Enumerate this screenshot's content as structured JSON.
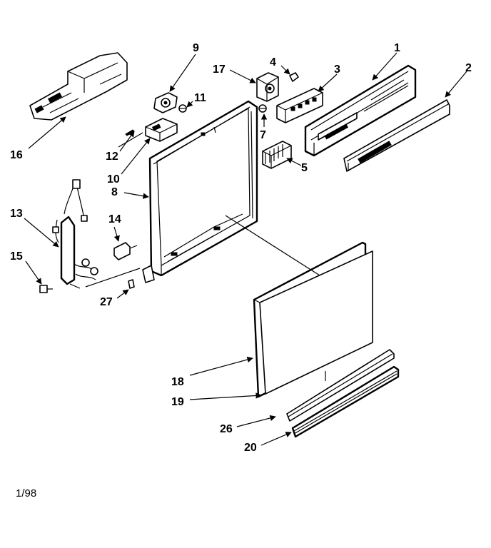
{
  "diagram": {
    "callouts": {
      "c1": "1",
      "c2": "2",
      "c3": "3",
      "c4": "4",
      "c5": "5",
      "c7": "7",
      "c8": "8",
      "c9": "9",
      "c10": "10",
      "c11": "11",
      "c12": "12",
      "c13": "13",
      "c14": "14",
      "c15": "15",
      "c16": "16",
      "c17": "17",
      "c18": "18",
      "c19": "19",
      "c20": "20",
      "c26": "26",
      "c27": "27"
    },
    "footer_code": "1/98"
  }
}
